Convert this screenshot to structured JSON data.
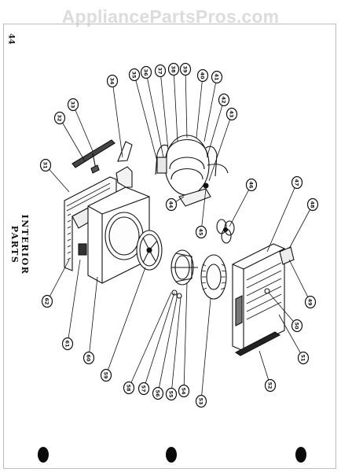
{
  "watermark": "AppliancePartsPros.com",
  "page_number": "44",
  "section_title": "INTERIOR PARTS",
  "callouts": {
    "c31": "31",
    "c32": "32",
    "c33": "33",
    "c34": "34",
    "c35": "35",
    "c36": "36",
    "c37": "37",
    "c38": "38",
    "c39": "39",
    "c40": "40",
    "c41": "41",
    "c42": "42",
    "c43": "43",
    "c44": "44",
    "c45": "45",
    "c46": "46",
    "c47": "47",
    "c48": "48",
    "c49": "49",
    "c50": "50",
    "c51": "51",
    "c52": "52",
    "c53": "53",
    "c54": "54",
    "c55": "55",
    "c56": "56",
    "c57": "57",
    "c58": "58",
    "c59": "59",
    "c60": "60",
    "c61": "61",
    "c62": "62"
  }
}
